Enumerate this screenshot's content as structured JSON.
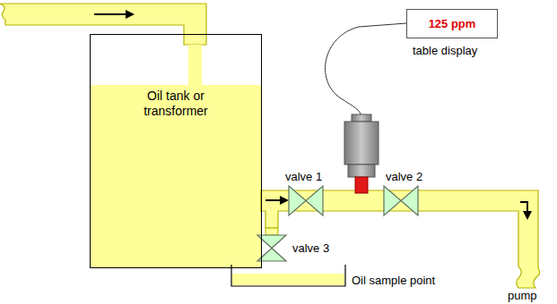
{
  "diagram": {
    "nodes": [
      {
        "text": [
          "Oil tank or transformer"
        ]
      },
      {
        "text": [
          "125 ppm",
          "table display"
        ]
      }
    ],
    "labels": [
      "valve 1",
      "valve 2",
      "valve 3",
      "Oil sample point",
      "pump"
    ]
  }
}
